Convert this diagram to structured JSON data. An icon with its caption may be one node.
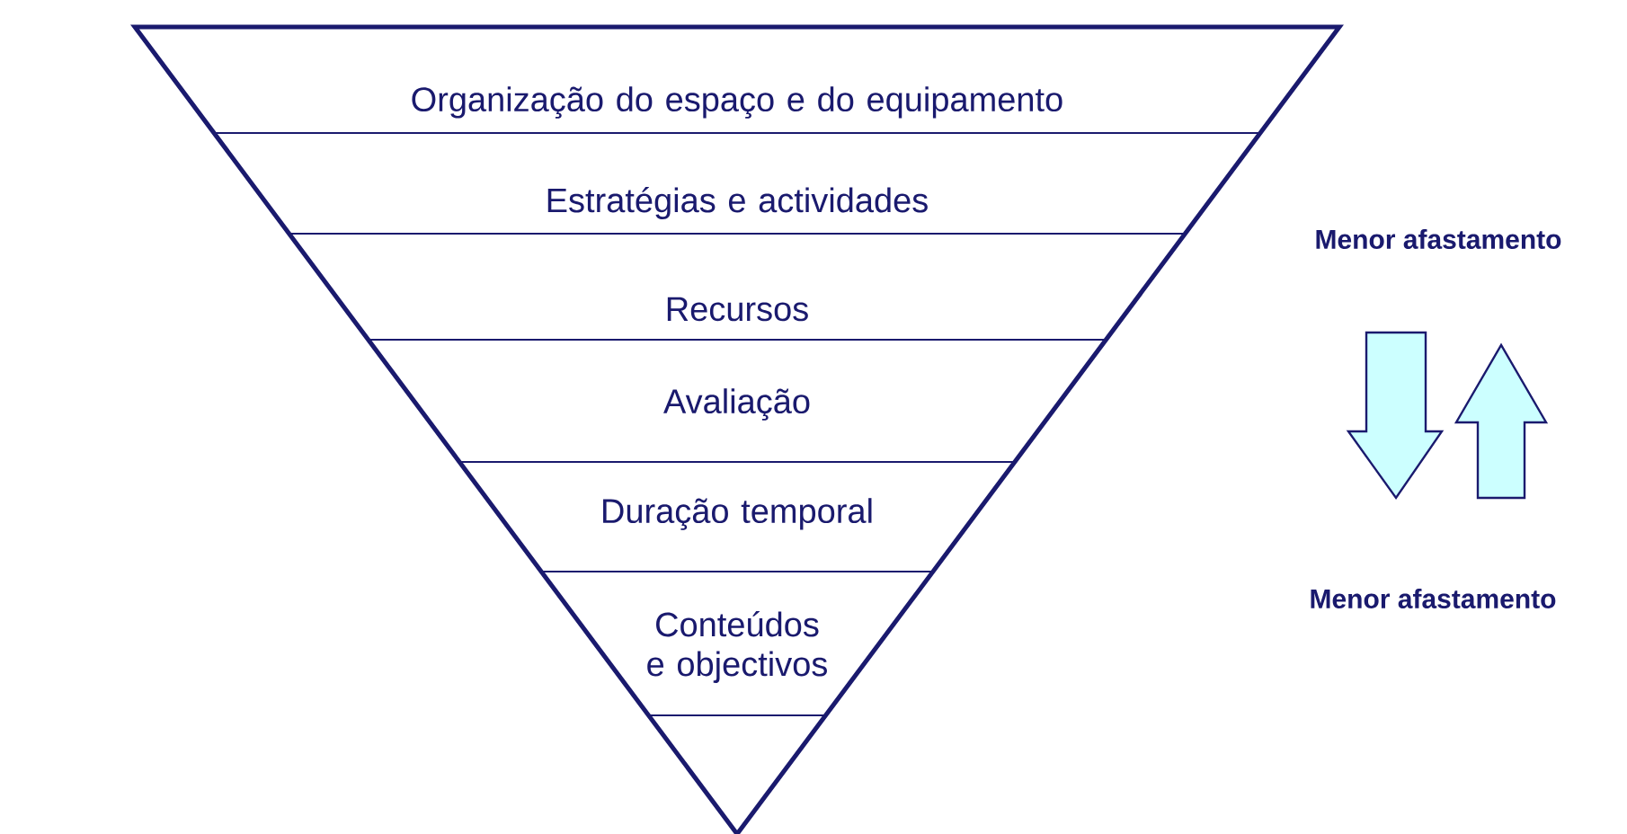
{
  "diagram": {
    "nodes": [
      {
        "text": [
          "Organização do espaço e do equipamento"
        ]
      },
      {
        "text": [
          "Estratégias e actividades"
        ]
      },
      {
        "text": [
          "Recursos"
        ]
      },
      {
        "text": [
          "Avaliação"
        ]
      },
      {
        "text": [
          "Duração temporal"
        ]
      },
      {
        "text": [
          "Conteúdos e objectivos"
        ]
      },
      {
        "text": [],
        "shape": "triangle"
      }
    ],
    "labels": [
      "Menor afastamento",
      "Menor afastamento"
    ]
  }
}
